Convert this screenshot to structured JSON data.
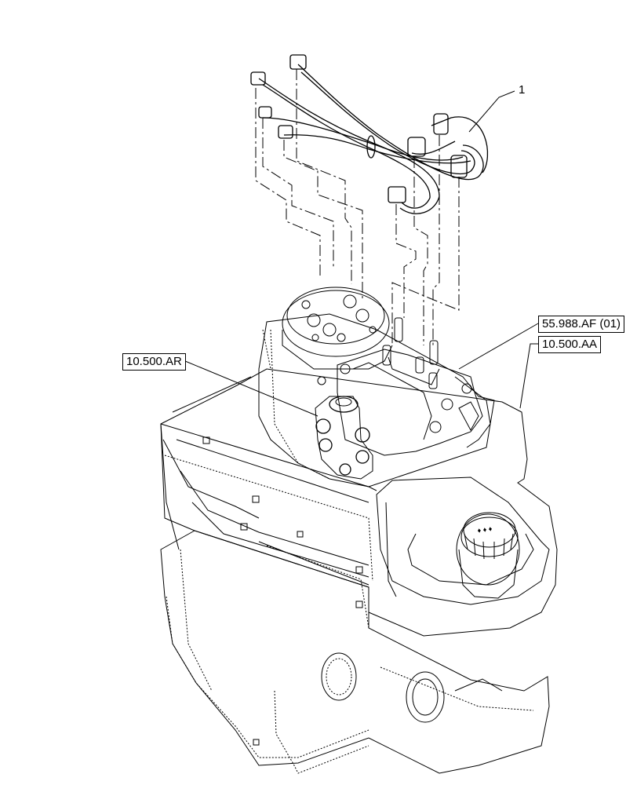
{
  "references": {
    "hydraulic_block_ref": "10.500.AR",
    "valve_ref": "55.988.AF (01)",
    "tank_ref": "10.500.AA"
  },
  "item_number": "1"
}
